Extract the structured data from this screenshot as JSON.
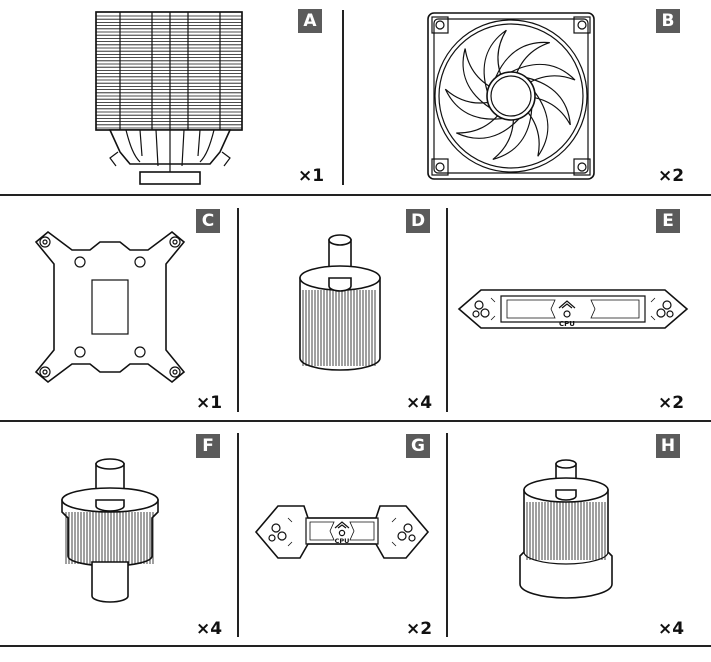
{
  "parts": [
    {
      "letter": "A",
      "quantity": "×1",
      "icon": "cpu-cooler-heatsink"
    },
    {
      "letter": "B",
      "quantity": "×2",
      "icon": "fan"
    },
    {
      "letter": "C",
      "quantity": "×1",
      "icon": "backplate"
    },
    {
      "letter": "D",
      "quantity": "×4",
      "icon": "standoff-knurled"
    },
    {
      "letter": "E",
      "quantity": "×2",
      "icon": "mounting-bar"
    },
    {
      "letter": "F",
      "quantity": "×4",
      "icon": "standoff-stepped"
    },
    {
      "letter": "G",
      "quantity": "×2",
      "icon": "mounting-bracket"
    },
    {
      "letter": "H",
      "quantity": "×4",
      "icon": "thumb-nut"
    }
  ],
  "bar_labels": {
    "cpu": "CPU"
  },
  "colors": {
    "badge": "#5b5b5b",
    "line": "#222222"
  }
}
